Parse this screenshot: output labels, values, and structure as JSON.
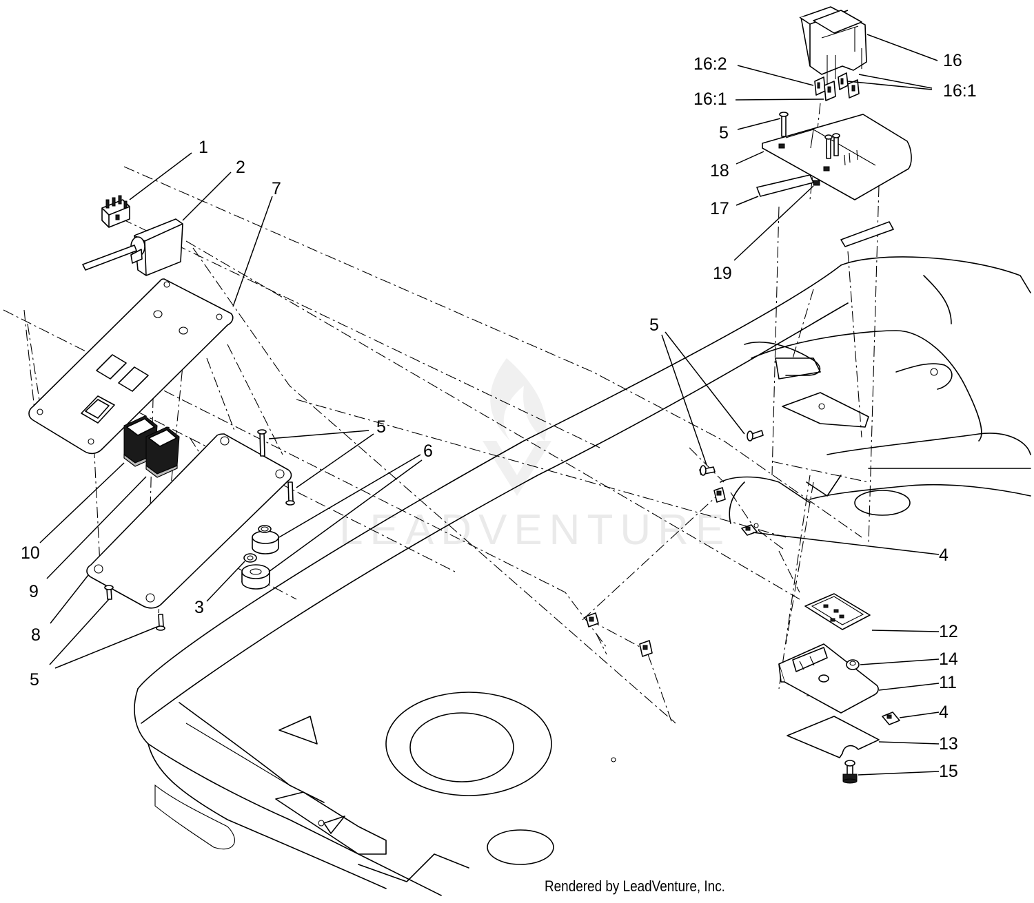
{
  "watermark": "LEADVENTURE",
  "credit": "Rendered by LeadVenture, Inc.",
  "callouts": {
    "c1": "1",
    "c2": "2",
    "c3": "3",
    "c4a": "4",
    "c4b": "4",
    "c5a": "5",
    "c5b": "5",
    "c5c": "5",
    "c5d": "5",
    "c6": "6",
    "c7": "7",
    "c8": "8",
    "c9": "9",
    "c10": "10",
    "c11": "11",
    "c12": "12",
    "c13": "13",
    "c14": "14",
    "c15": "15",
    "c16": "16",
    "c16_2": "16:2",
    "c16_1a": "16:1",
    "c16_1b": "16:1",
    "c17": "17",
    "c18": "18",
    "c19": "19"
  }
}
